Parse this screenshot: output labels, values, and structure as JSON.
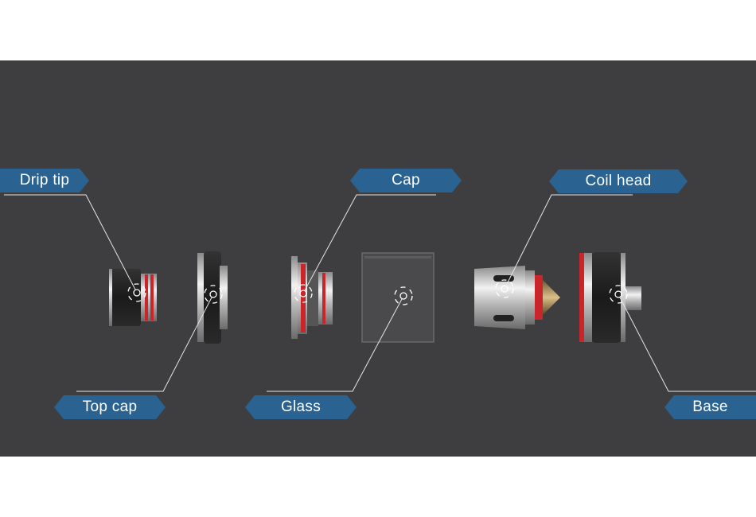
{
  "labels": {
    "drip_tip": "Drip tip",
    "cap": "Cap",
    "coil_head": "Coil head",
    "top_cap": "Top cap",
    "glass": "Glass",
    "base": "Base"
  },
  "colors": {
    "background": "#3e3e40",
    "label": "#2a6391",
    "accent_red": "#c8262a"
  }
}
